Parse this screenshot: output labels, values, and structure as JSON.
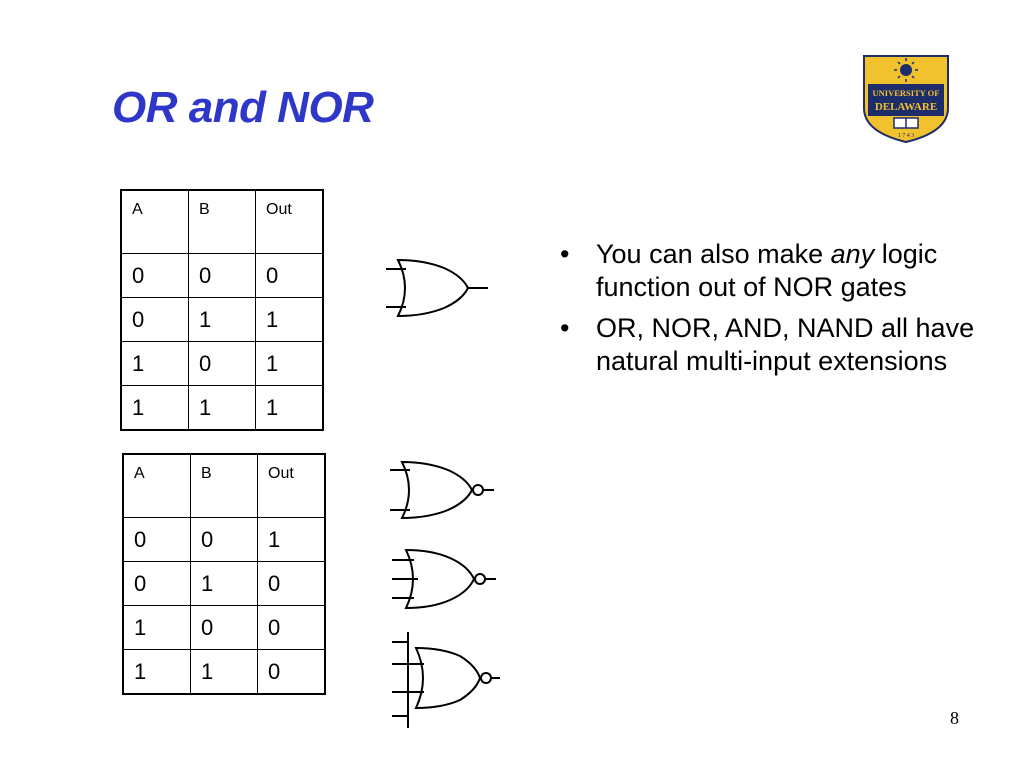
{
  "title": "OR and NOR",
  "logo": {
    "alt": "University of Delaware logo",
    "lines": [
      "UNIVERSITY OF",
      "DELAWARE",
      "1 7 4 3"
    ],
    "colors": {
      "navy": "#1d2c6b",
      "gold": "#f2c12e"
    }
  },
  "or_table": {
    "headers": [
      "A",
      "B",
      "Out"
    ],
    "rows": [
      [
        "0",
        "0",
        "0"
      ],
      [
        "0",
        "1",
        "1"
      ],
      [
        "1",
        "0",
        "1"
      ],
      [
        "1",
        "1",
        "1"
      ]
    ]
  },
  "nor_table": {
    "headers": [
      "A",
      "B",
      "Out"
    ],
    "rows": [
      [
        "0",
        "0",
        "1"
      ],
      [
        "0",
        "1",
        "0"
      ],
      [
        "1",
        "0",
        "0"
      ],
      [
        "1",
        "1",
        "0"
      ]
    ]
  },
  "gates": [
    {
      "icon": "or-gate-icon",
      "inputs": 2
    },
    {
      "icon": "nor-gate-icon",
      "inputs": 2
    },
    {
      "icon": "nor-gate-3-input-icon",
      "inputs": 3
    },
    {
      "icon": "nor-gate-4-input-icon",
      "inputs": 4
    }
  ],
  "bullets": [
    {
      "before": "You can also make ",
      "emphasis": "any",
      "after": " logic function out of NOR gates"
    },
    {
      "before": "OR, NOR, AND, NAND all have natural multi-input extensions",
      "emphasis": "",
      "after": ""
    }
  ],
  "bullet_symbol": "•",
  "page_number": "8",
  "colors": {
    "title": "#2f37c8"
  }
}
